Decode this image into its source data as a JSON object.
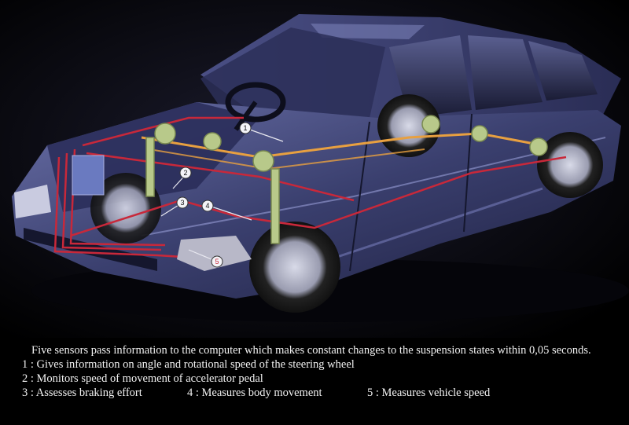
{
  "caption": {
    "intro": "Five sensors pass information to the computer which makes constant changes to the suspension states within 0,05 seconds.",
    "items": [
      "1 : Gives information on angle and rotational speed of the steering wheel",
      "2 : Monitors speed of movement of accelerator pedal",
      "3 : Assesses braking effort",
      "4 : Measures body movement",
      "5 : Measures vehicle speed"
    ]
  },
  "markers": [
    "1",
    "2",
    "3",
    "4",
    "5"
  ],
  "colors": {
    "background": "#000000",
    "car_body": "#3a3f6e",
    "car_highlight": "#8a90c8",
    "wiring_red": "#c8283a",
    "hydraulic_orange": "#e8a040",
    "suspension_green": "#b8c98a",
    "caption_text": "#f2f2f2"
  }
}
